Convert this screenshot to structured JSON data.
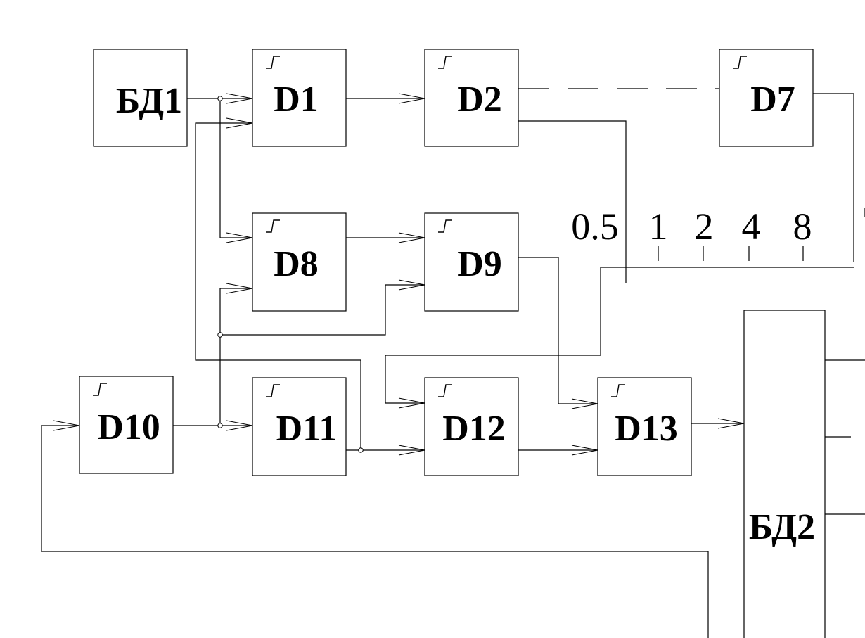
{
  "blocks": {
    "bd1": "БД1",
    "d1": "D1",
    "d2": "D2",
    "d7": "D7",
    "d8": "D8",
    "d9": "D9",
    "d10": "D10",
    "d11": "D11",
    "d12": "D12",
    "d13": "D13",
    "bd2": "БД2"
  },
  "scale_labels": {
    "s05": "0.5",
    "s1": "1",
    "s2": "2",
    "s4": "4",
    "s8": "8"
  }
}
